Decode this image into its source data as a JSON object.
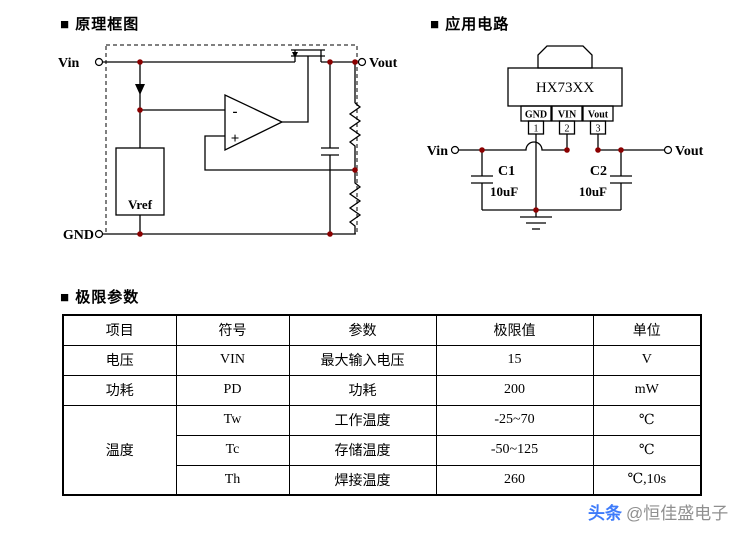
{
  "sections": {
    "block_diagram_title": "■ 原理框图",
    "app_circuit_title": "■ 应用电路",
    "ratings_title": "■ 极限参数"
  },
  "block_diagram": {
    "labels": {
      "vin": "Vin",
      "vout": "Vout",
      "gnd": "GND",
      "vref": "Vref",
      "opamp_minus": "-",
      "opamp_plus": "+"
    }
  },
  "app_circuit": {
    "chip": {
      "part": "HX73XX",
      "pins": [
        {
          "name": "GND",
          "num": "1"
        },
        {
          "name": "VIN",
          "num": "2"
        },
        {
          "name": "Vout",
          "num": "3"
        }
      ]
    },
    "labels": {
      "vin": "Vin",
      "vout": "Vout",
      "c1": "C1",
      "c1_value": "10uF",
      "c2": "C2",
      "c2_value": "10uF"
    }
  },
  "ratings_table": {
    "headers": [
      "项目",
      "符号",
      "参数",
      "极限值",
      "单位"
    ],
    "rows": [
      {
        "item": "电压",
        "symbol": "VIN",
        "parameter": "最大输入电压",
        "limit": "15",
        "unit": "V"
      },
      {
        "item": "功耗",
        "symbol": "PD",
        "parameter": "功耗",
        "limit": "200",
        "unit": "mW"
      },
      {
        "item": "温度",
        "symbol": "Tw",
        "parameter": "工作温度",
        "limit": "-25~70",
        "unit": "℃"
      },
      {
        "item": "温度",
        "symbol": "Tc",
        "parameter": "存储温度",
        "limit": "-50~125",
        "unit": "℃"
      },
      {
        "item": "温度",
        "symbol": "Th",
        "parameter": "焊接温度",
        "limit": "260",
        "unit": "℃,10s"
      }
    ]
  },
  "watermark": {
    "brand": "头条",
    "handle": "@恒佳盛电子"
  },
  "colors": {
    "junction_dot": "#8b0000",
    "ink": "#000000",
    "background": "#ffffff",
    "watermark_blue": "#3e7bfa",
    "watermark_gray": "#8f8f8f"
  }
}
